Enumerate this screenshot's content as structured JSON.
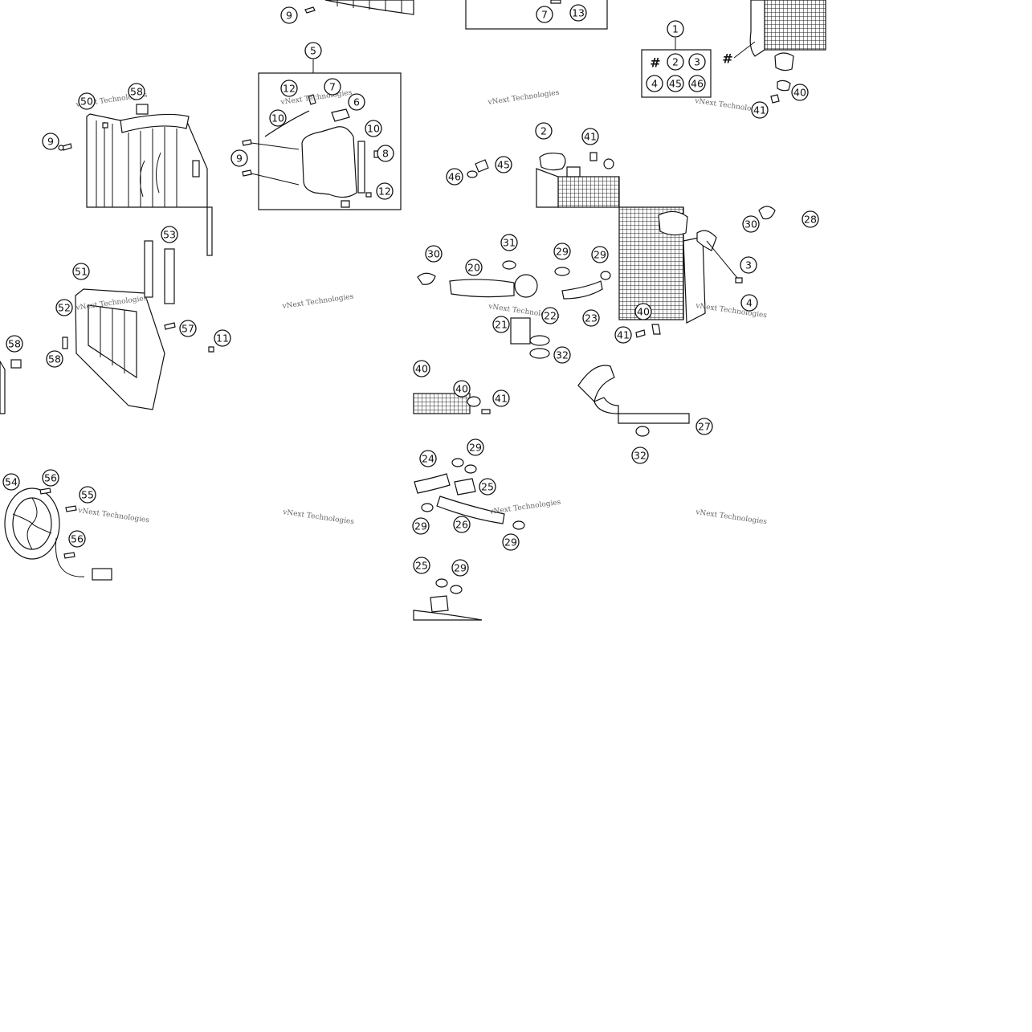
{
  "watermark": "vNext Technologies",
  "kit_box": {
    "header": "1",
    "rows": [
      [
        "#",
        "2",
        "3"
      ],
      [
        "4",
        "45",
        "46"
      ]
    ],
    "hash_label": "#"
  },
  "tank_group_label": "5",
  "callouts": {
    "c01": "9",
    "c02": "7",
    "c03": "13",
    "c04": "1",
    "c05": "5",
    "c06": "58",
    "c07": "50",
    "c08": "9",
    "c09": "12",
    "c10": "7",
    "c11": "6",
    "c12": "10",
    "c13": "10",
    "c14": "9",
    "c15": "8",
    "c16": "12",
    "c17": "2",
    "c18": "41",
    "c19": "46",
    "c20": "45",
    "c21": "40",
    "c22": "41",
    "c23": "53",
    "c24": "51",
    "c25": "52",
    "c26": "57",
    "c27": "11",
    "c28": "58",
    "c29": "58",
    "c30": "30",
    "c31": "20",
    "c32": "31",
    "c33": "29",
    "c34": "29",
    "c35": "22",
    "c36": "23",
    "c37": "21",
    "c38": "32",
    "c39": "40",
    "c40": "40",
    "c41": "41",
    "c42": "30",
    "c43": "28",
    "c44": "3",
    "c45": "4",
    "c46": "40",
    "c47": "41",
    "c48": "27",
    "c49": "32",
    "c50": "54",
    "c51": "56",
    "c52": "55",
    "c53": "56",
    "c54": "24",
    "c55": "29",
    "c56": "25",
    "c57": "29",
    "c58": "26",
    "c59": "29",
    "c60": "25",
    "c61": "29"
  }
}
